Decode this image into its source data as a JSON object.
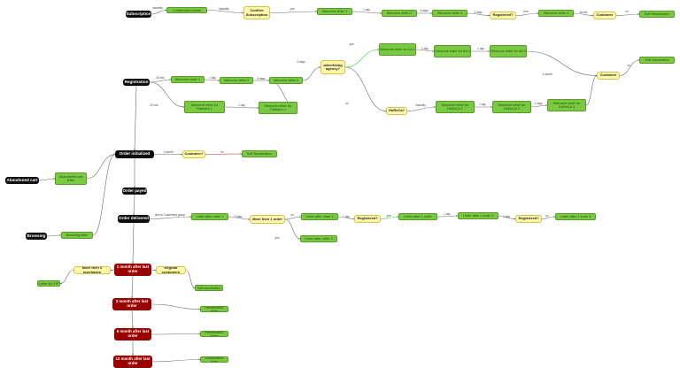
{
  "nodes": {
    "subscription": "Subscription",
    "confirmation_email": "Confirmation email",
    "confirm_subscription": "Confirm Subscription",
    "w1_top": "Welcome letter 1",
    "w2_top": "Welcome letter 2",
    "w3_top": "Welcome letter 3",
    "registered_top": "Registered?",
    "w4_top": "Welcome letter 4",
    "customer_top": "Customer",
    "soft_react_top": "Soft Reactivation",
    "registration": "Registration",
    "w1_reg": "Welcome letter 1",
    "w2_reg": "Welcome letter 2",
    "w3_reg": "Welcome letter 3",
    "wp1": "Welcome letter for Partners 1",
    "wp2": "Welcome letter for Partners 2",
    "adv_agency": "advertising agency?",
    "aa1": "Welcome letter for AA 1",
    "aa2": "Welcome letter for AA 2",
    "aa3": "Welcome letter for AA 3",
    "soft_react_aa": "Soft reactivation",
    "customer_mid": "Customer",
    "horeca_q": "HoReCa?",
    "hr1": "Welcome letter for HoReCa 1",
    "hr2": "Welcome letter for HoReCa 2",
    "hr3": "Welcome letter for HoReCa 3",
    "order_init": "Order initialized",
    "customer_q": "Customer?",
    "soft_react_order": "Soft Reactivation",
    "abandoned_cart": "Abandoned cart",
    "abandoned_letter": "Abandoned cart letter",
    "order_payed": "Order payed",
    "order_delivered": "Order delivered",
    "browsing": "Browsing",
    "browsing_letter": "Browsing letter",
    "letter_after_order_1": "Letter after order 1",
    "more_than_1": "More then 1 order",
    "letter_after_order_a": "Letter after order 1",
    "registered_b": "Registered?",
    "letter_after_order_b": "Letter after 1 order",
    "letter_after_order_c": "Letter after 1 order 2",
    "registered_c": "Registered?",
    "letter_after_order_d": "Letter after 1 order 3",
    "letter_after_order_2": "Letter after order 2",
    "m1": "1 month after last order",
    "more_than_5": "More then 5 purchases",
    "regular": "Regular customers",
    "letter_vip": "Letter for VIP",
    "soft_react_m1": "Soft reactivation",
    "m3": "3 month after last order",
    "reactivation_3": "Reactivation letter",
    "m6": "6 month after last order",
    "reactivation_6": "Reactivation letter",
    "m12": "12 month after last order",
    "reactivation_12": "Reactivation letter"
  },
  "edge_labels": {
    "e_sub_conf": "instantly",
    "e_conf_cs": "instantly",
    "e_cs_w1": "yes",
    "e_w1_w2": "1 day",
    "e_w2_w3": "3 days",
    "e_w3_reg": "3 days",
    "e_reg_w4": "true",
    "e_w4_cust": "month",
    "e_cust_soft": "no",
    "e_reg_w1": "20 min",
    "e_w1_w2r": "1 day",
    "e_w2_w3r": "3 days",
    "e_w3_adv": "4 days",
    "e_reg_wp1": "20 min",
    "e_wp1_wp2": "1 day",
    "e_adv_aa1": "yes",
    "e_aa1_aa2": "1 day",
    "e_aa2_aa3": "1 day",
    "e_aa3_custmid": "1 month",
    "e_custmid_soft": "no",
    "e_adv_horeca": "no",
    "e_hor_hr1": "instantly",
    "e_hr1_hr2": "1 day",
    "e_hr2_hr3": "1 days",
    "e_oi_custq": "1 month",
    "e_custq_soft": "no",
    "e_od_lao1": "and to Customers group",
    "e_lao1_more": "7 days",
    "e_more_a": "no",
    "e_a_regb": "1 day",
    "e_regb_b": "yes",
    "e_b_c": "1 day",
    "e_c_regc": "1 day",
    "e_regc_d": "no",
    "e_more_lao2": "yes"
  }
}
